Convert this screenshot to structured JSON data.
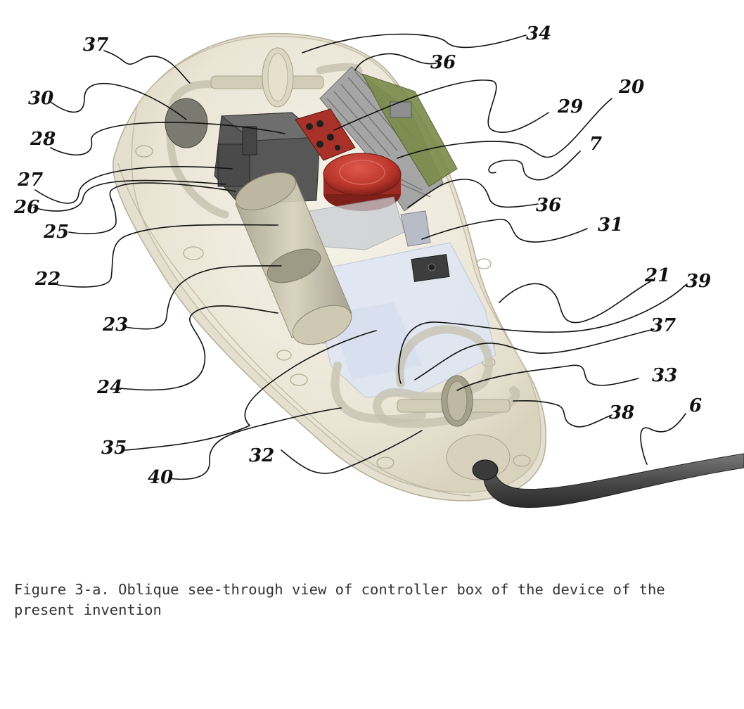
{
  "figure": {
    "caption": "Figure 3-a. Oblique see-through view of controller box of the device of the present invention",
    "reference_numerals": [
      "37",
      "34",
      "36",
      "30",
      "20",
      "29",
      "28",
      "7",
      "27",
      "36",
      "26",
      "25",
      "31",
      "22",
      "21",
      "39",
      "23",
      "37",
      "24",
      "33",
      "38",
      "6",
      "35",
      "32",
      "40"
    ]
  },
  "colors": {
    "housing_fill": "#eeeadd",
    "housing_edge": "#b8b09a",
    "button_red": "#b8342a",
    "pcb_red": "#a8322a",
    "pcb_green": "#7b8a4a",
    "heatsink_gray": "#9a9a9a",
    "cylinder_beige": "#ccc6b0",
    "block_dark": "#575757",
    "window_blue": "#dfe6f5",
    "cable_dark": "#505050"
  }
}
